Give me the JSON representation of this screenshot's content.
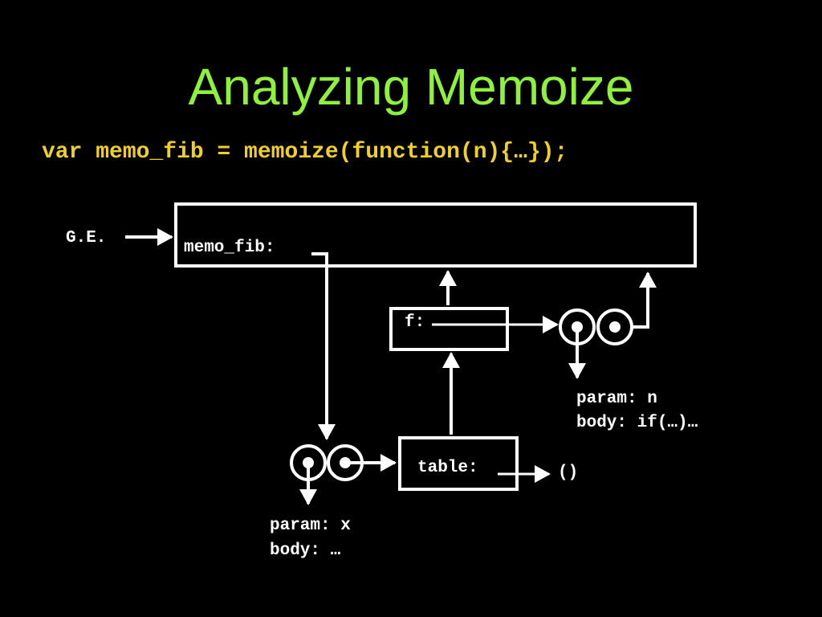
{
  "slide": {
    "title": "Analyzing Memoize",
    "code": "var memo_fib = memoize(function(n){…});"
  },
  "diagram": {
    "global_env_label": "G.E.",
    "global_frame_binding": "memo_fib:",
    "inner_frame_binding": "f:",
    "table_frame_binding": "table:",
    "table_value": "()",
    "inner_closure": {
      "param": "param: n",
      "body": "body: if(…)…"
    },
    "outer_closure": {
      "param": "param: x",
      "body": "body: …"
    }
  },
  "colors": {
    "background": "#000000",
    "title": "#8ef23c",
    "code": "#f0d028",
    "diagram": "#ffffff"
  }
}
